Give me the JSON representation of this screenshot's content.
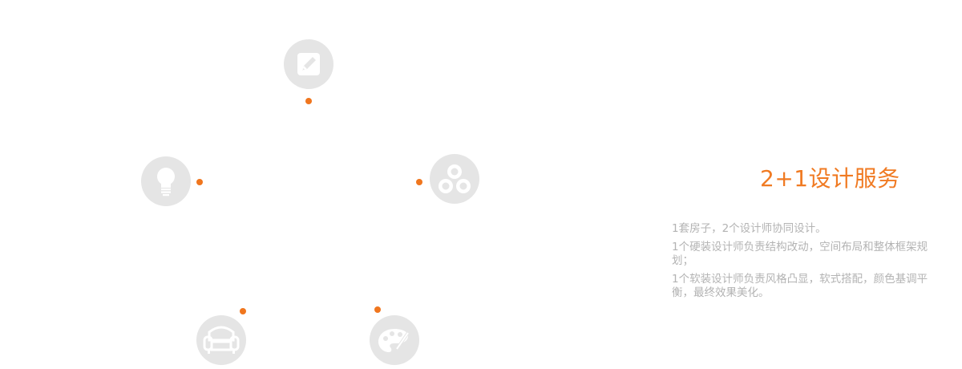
{
  "section": {
    "title": "2+1设计服务",
    "paragraphs": [
      "1套房子，2个设计师协同设计。",
      "1个硬装设计师负责结构改动，空间布局和整体框架规划；",
      "1个软装设计师负责风格凸显，软式搭配，颜色基调平衡，最终效果美化。"
    ]
  },
  "colors": {
    "accent": "#f0761e",
    "icon_bg": "#e5e5e5",
    "body_text": "#b3b3b3"
  },
  "icons": [
    "pencil-icon",
    "lightbulb-icon",
    "molecule-icon",
    "sofa-icon",
    "palette-icon"
  ]
}
